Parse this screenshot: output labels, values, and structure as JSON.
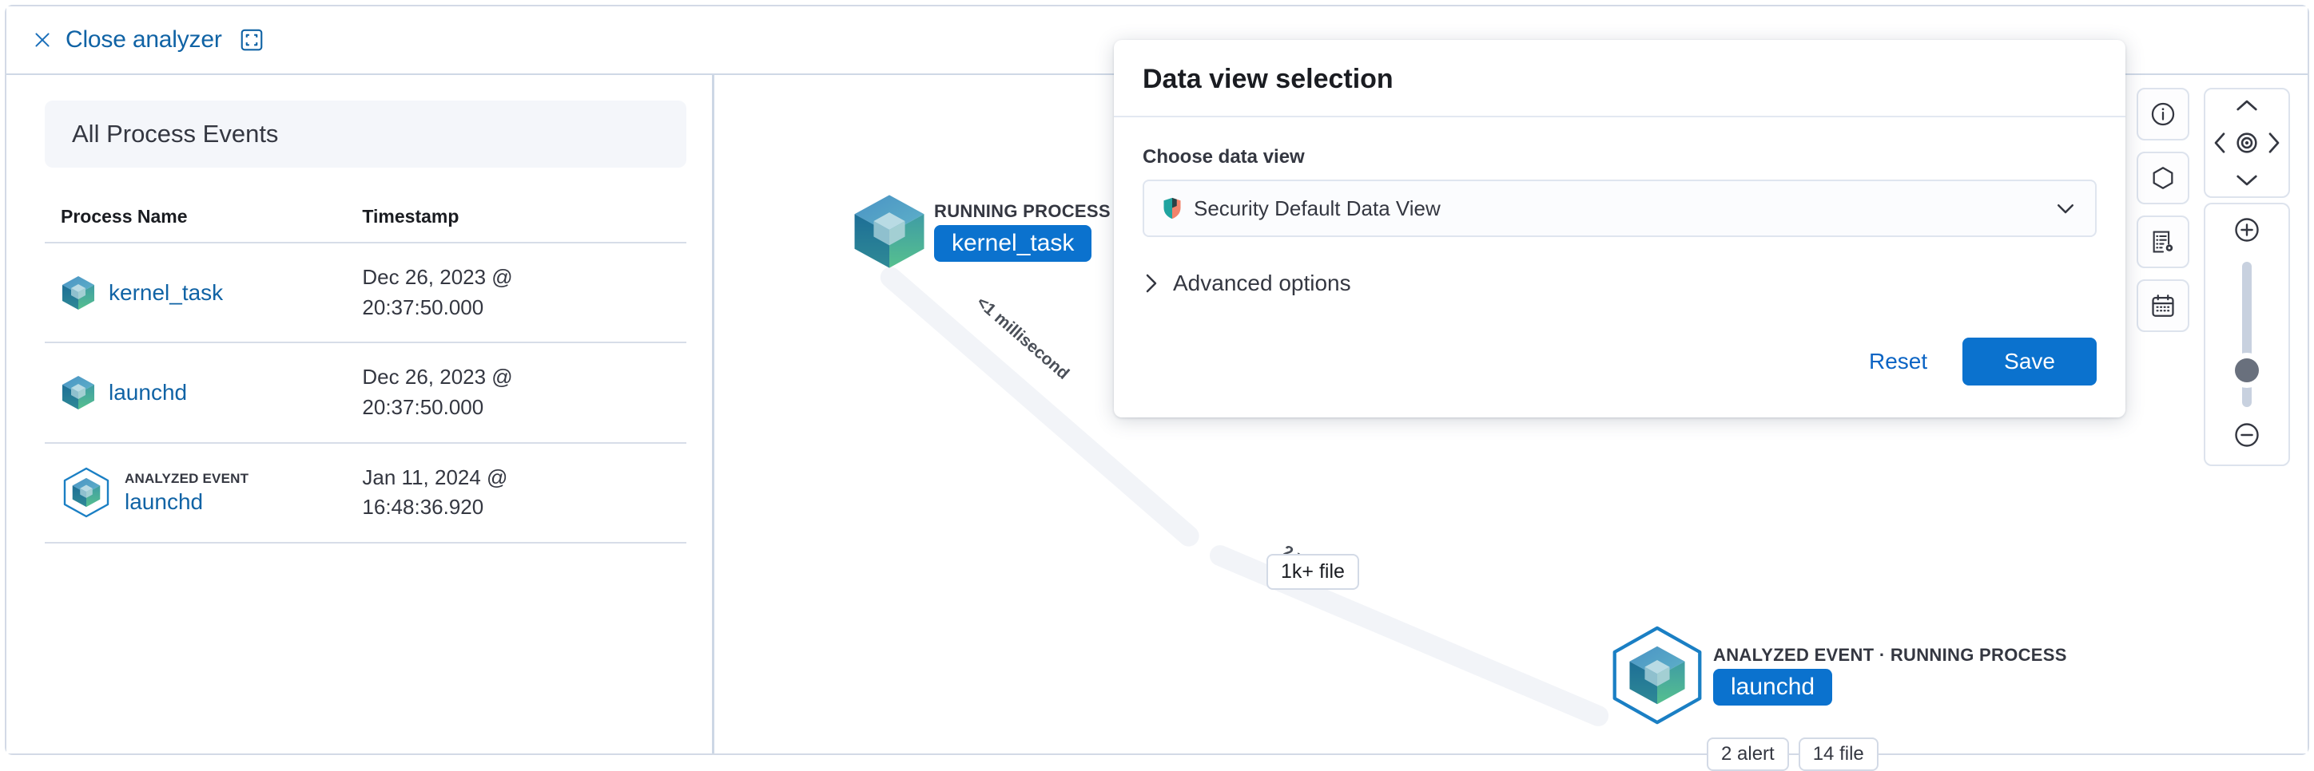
{
  "topbar": {
    "close_label": "Close analyzer",
    "close_icon": "close-x-icon",
    "expand_icon": "fullscreen-expand-icon"
  },
  "left_panel": {
    "title": "All Process Events",
    "table": {
      "columns": [
        "Process Name",
        "Timestamp"
      ],
      "rows": [
        {
          "kicker": "",
          "process": "kernel_task",
          "timestamp_date": "Dec 26, 2023 @",
          "timestamp_time": "20:37:50.000",
          "analyzed": false
        },
        {
          "kicker": "",
          "process": "launchd",
          "timestamp_date": "Dec 26, 2023 @",
          "timestamp_time": "20:37:50.000",
          "analyzed": false
        },
        {
          "kicker": "ANALYZED EVENT",
          "process": "launchd",
          "timestamp_date": "Jan 11, 2024 @",
          "timestamp_time": "16:48:36.920",
          "analyzed": true
        }
      ]
    }
  },
  "graph": {
    "nodes": [
      {
        "kicker": "RUNNING PROCESS",
        "name": "kernel_task",
        "analyzed": false,
        "badges": []
      },
      {
        "kicker": "ANALYZED EVENT · RUNNING PROCESS",
        "name": "launchd",
        "analyzed": true,
        "badges": [
          "2 alert",
          "14 file"
        ]
      }
    ],
    "edge_labels": [
      "<1 millisecond",
      "2 weeks"
    ],
    "standalone_badges": [
      "1k+ file"
    ]
  },
  "toolbar": {
    "buttons": [
      {
        "icon": "info-circle-icon",
        "name": "node-info-button"
      },
      {
        "icon": "hexagon-icon",
        "name": "node-legend-button"
      },
      {
        "icon": "list-settings-icon",
        "name": "data-view-settings-button"
      },
      {
        "icon": "calendar-icon",
        "name": "date-picker-button"
      }
    ],
    "pan": {
      "up_icon": "chevron-up-icon",
      "down_icon": "chevron-down-icon",
      "left_icon": "chevron-left-icon",
      "right_icon": "chevron-right-icon",
      "center_icon": "center-target-icon"
    },
    "zoom": {
      "in_icon": "plus-circle-icon",
      "out_icon": "minus-circle-icon",
      "slider_name": "zoom-slider"
    }
  },
  "modal": {
    "title": "Data view selection",
    "field_label": "Choose data view",
    "select_value": "Security Default Data View",
    "select_icon": "security-shield-icon",
    "chevron_icon": "chevron-down-icon",
    "advanced_label": "Advanced options",
    "advanced_icon": "chevron-right-icon",
    "reset_label": "Reset",
    "save_label": "Save"
  },
  "colors": {
    "accent_blue": "#0b72ce",
    "link_blue": "#1063a5",
    "border": "#d3dae6",
    "text": "#343741"
  }
}
